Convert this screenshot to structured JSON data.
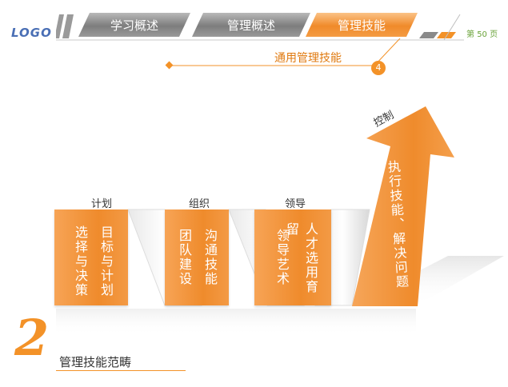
{
  "header": {
    "logo": "LOGO",
    "tabs": [
      {
        "label": "学习概述"
      },
      {
        "label": "管理概述"
      },
      {
        "label": "管理技能"
      }
    ],
    "page_prefix": "第",
    "page_number": "50",
    "page_suffix": "页"
  },
  "subtitle": {
    "text": "通用管理技能",
    "badge": "4"
  },
  "diagram": {
    "steps": [
      {
        "label": "计划",
        "lines": [
          "目标与计划",
          "选择与决策"
        ]
      },
      {
        "label": "组织",
        "lines": [
          "沟通技能",
          "团队建设"
        ]
      },
      {
        "label": "领导",
        "lines": [
          "人才选用育留",
          "领导艺术"
        ]
      }
    ],
    "arrow": {
      "label": "控制",
      "text": "执行技能、解决问题"
    }
  },
  "section": {
    "number": "2",
    "title": "管理技能范畴"
  },
  "colors": {
    "accent": "#f39228",
    "grey_tab": "#8c8c8c",
    "page_number": "#6aa33a"
  }
}
